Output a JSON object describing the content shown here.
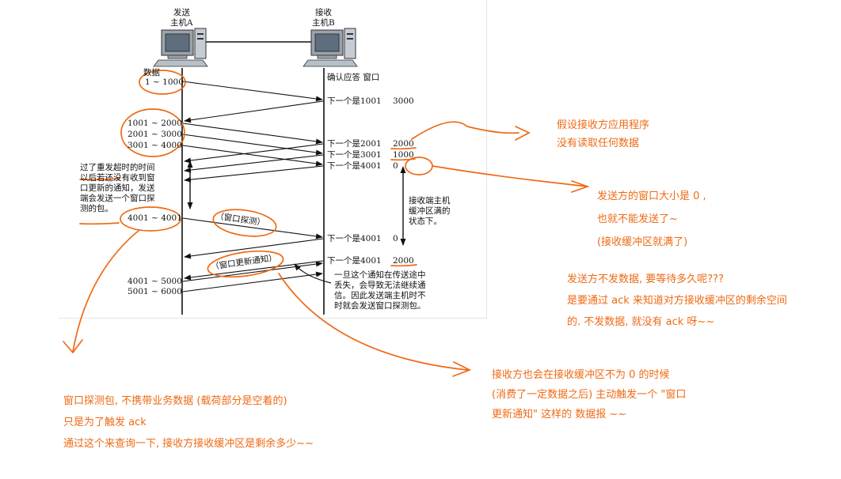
{
  "diagram": {
    "host_a": {
      "line1": "发送",
      "line2": "主机A"
    },
    "host_b": {
      "line1": "接收",
      "line2": "主机B"
    },
    "header_data": "数据",
    "header_ack": "确认应答 窗口",
    "send_segments": [
      "1 ~ 1000",
      "1001 ~ 2000",
      "2001 ~ 3000",
      "3001 ~ 4000",
      "4001 ~ 4001",
      "4001 ~ 5000",
      "5001 ~ 6000"
    ],
    "acks": [
      {
        "text": "下一个是1001",
        "window": "3000"
      },
      {
        "text": "下一个是2001",
        "window": "2000"
      },
      {
        "text": "下一个是3001",
        "window": "1000"
      },
      {
        "text": "下一个是4001",
        "window": "0"
      },
      {
        "text": "下一个是4001",
        "window": "0"
      },
      {
        "text": "下一个是4001",
        "window": "2000"
      }
    ],
    "retransmit_note": "过了重发超时的时间\n以后若还没有收到窗\n口更新的通知，发送\n端会发送一个窗口探\n测的包。",
    "buffer_note": "接收端主机\n缓冲区满的\n状态下。",
    "probe_label": "（窗口探测）",
    "update_label": "（窗口更新通知）",
    "loss_note": "一旦这个通知在传送途中\n丢失，会导致无法继续通\n信。因此发送端主机时不\n时就会发送窗口探测包。"
  },
  "annotations": {
    "receiver_app": [
      "假设接收方应用程序",
      "没有读取任何数据"
    ],
    "window_zero": [
      "发送方的窗口大小是 0 ,",
      "也就不能发送了~",
      "(接收缓冲区就满了)"
    ],
    "wait_question": [
      "发送方不发数据, 要等待多久呢???",
      "是要通过 ack 来知道对方接收缓冲区的剩余空间",
      "的. 不发数据, 就没有 ack 呀~~"
    ],
    "window_update": [
      "接收方也会在接收缓冲区不为 0 的时候",
      "(消费了一定数据之后) 主动触发一个 \"窗口",
      "更新通知\" 这样的 数据报 ~~"
    ],
    "probe_explain": [
      "窗口探测包, 不携带业务数据 (载荷部分是空着的)",
      "只是为了触发 ack",
      "通过这个来查询一下, 接收方接收缓冲区是剩余多少~~"
    ]
  },
  "colors": {
    "annotation": "#ee6a14",
    "ink": "#111111"
  }
}
